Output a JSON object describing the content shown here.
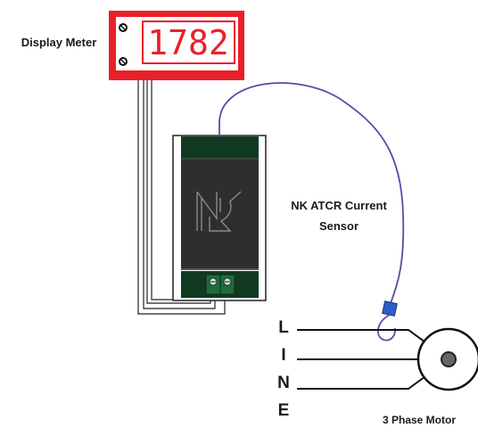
{
  "meter": {
    "label": "Display Meter",
    "reading": "1782",
    "frame_color": "#e8202a",
    "digit_color": "#e8202a"
  },
  "sensor": {
    "label_line1": "NK ATCR Current",
    "label_line2": "Sensor",
    "logo": "nk-logo-icon",
    "body_color": "#2e2e2e",
    "top_color": "#123a22",
    "terminal_color": "#1f6b3a"
  },
  "cable_color": "#5a4aa8",
  "line_labels": [
    "L",
    "I",
    "N",
    "E"
  ],
  "motor": {
    "label": "3 Phase Motor"
  }
}
